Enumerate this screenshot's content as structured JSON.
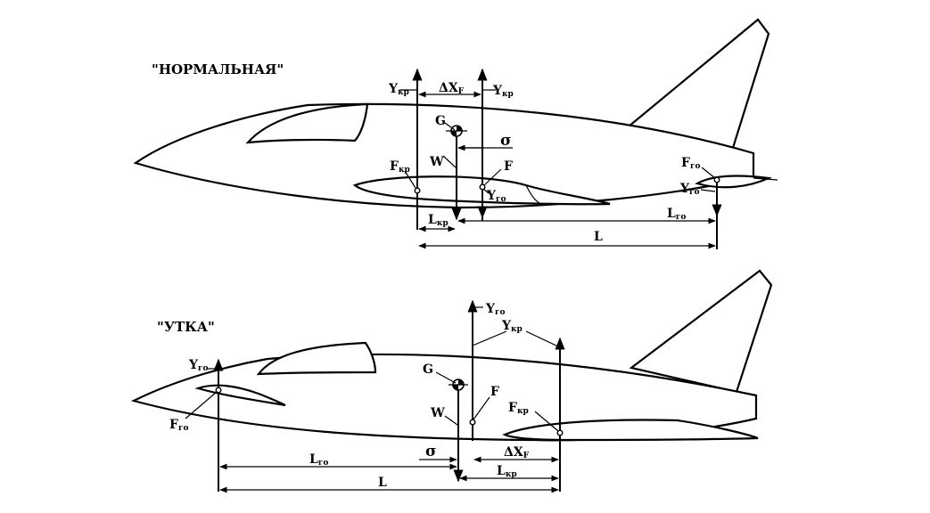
{
  "normal": {
    "title": "\"НОРМАЛЬНАЯ\"",
    "labels": {
      "ykr_left": {
        "sym": "Y",
        "sub": "кр"
      },
      "ykr_right": {
        "sym": "Y",
        "sub": "кр"
      },
      "dxf": {
        "sym": "ΔX",
        "sub": "F"
      },
      "g": {
        "sym": "G",
        "sub": ""
      },
      "sigma": {
        "sym": "σ",
        "sub": ""
      },
      "w": {
        "sym": "W",
        "sub": ""
      },
      "f": {
        "sym": "F",
        "sub": ""
      },
      "fkr": {
        "sym": "F",
        "sub": "кр"
      },
      "ygo_mid": {
        "sym": "Y",
        "sub": "го"
      },
      "fgo": {
        "sym": "F",
        "sub": "го"
      },
      "ygo_tail": {
        "sym": "Y",
        "sub": "го"
      },
      "lkr": {
        "sym": "L",
        "sub": "кр"
      },
      "lgo": {
        "sym": "L",
        "sub": "го"
      },
      "l": {
        "sym": "L",
        "sub": ""
      }
    }
  },
  "canard": {
    "title": "\"УТКА\"",
    "labels": {
      "ygo_top": {
        "sym": "Y",
        "sub": "го"
      },
      "ykr": {
        "sym": "Y",
        "sub": "кр"
      },
      "ygo_nose": {
        "sym": "Y",
        "sub": "го"
      },
      "fgo": {
        "sym": "F",
        "sub": "го"
      },
      "g": {
        "sym": "G",
        "sub": ""
      },
      "f": {
        "sym": "F",
        "sub": ""
      },
      "w": {
        "sym": "W",
        "sub": ""
      },
      "fkr": {
        "sym": "F",
        "sub": "кр"
      },
      "sigma": {
        "sym": "σ",
        "sub": ""
      },
      "dxf": {
        "sym": "ΔX",
        "sub": "F"
      },
      "lgo": {
        "sym": "L",
        "sub": "го"
      },
      "lkr": {
        "sym": "L",
        "sub": "кр"
      },
      "l": {
        "sym": "L",
        "sub": ""
      }
    }
  }
}
